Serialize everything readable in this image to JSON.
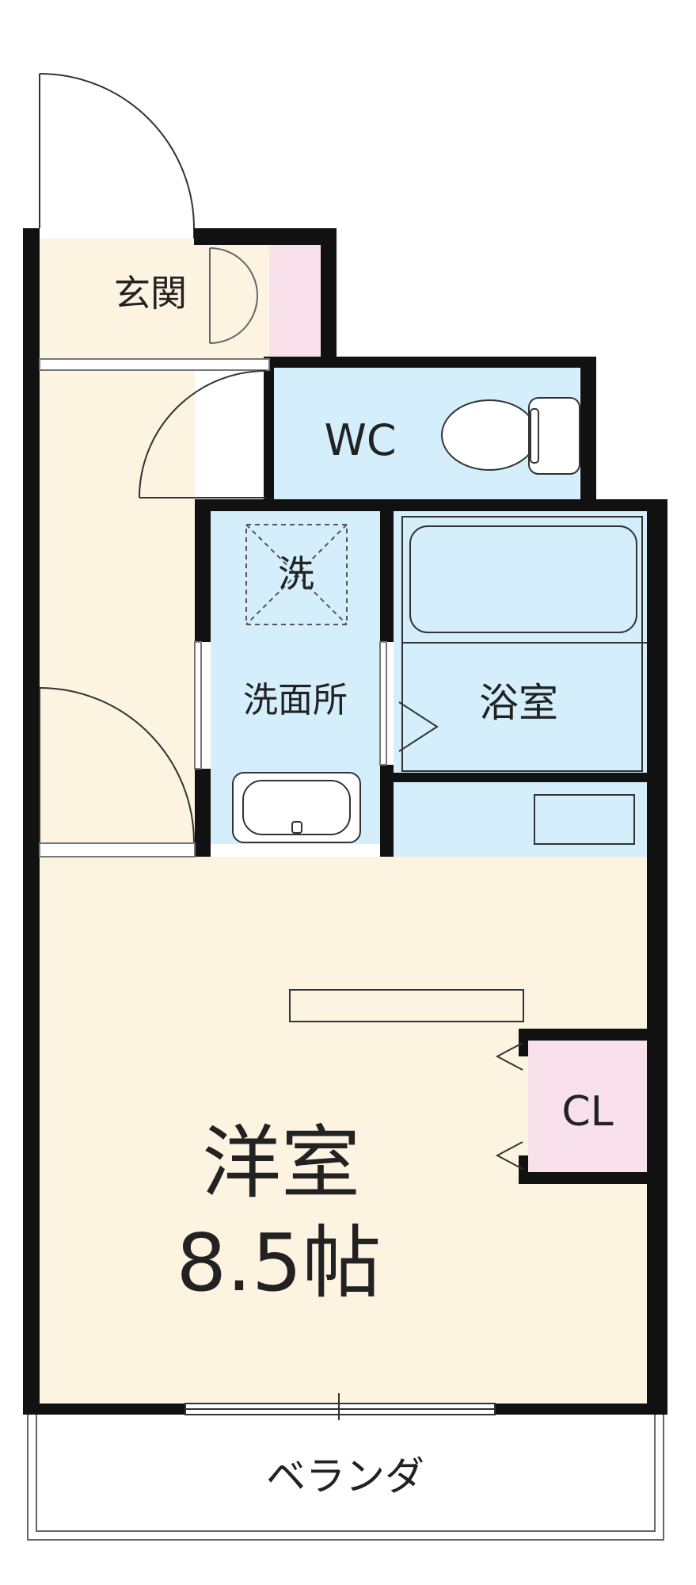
{
  "rooms": {
    "genkan": "玄関",
    "wc": "WC",
    "laundry": "洗",
    "washroom": "洗面所",
    "bathroom": "浴室",
    "closet": "CL",
    "western_room": "洋室",
    "western_room_size": "8.5帖",
    "veranda": "ベランダ"
  },
  "colors": {
    "wall": "#111111",
    "floor": "#fdf3e1",
    "wet_area": "#d4eefb",
    "storage": "#f9e1ec"
  }
}
